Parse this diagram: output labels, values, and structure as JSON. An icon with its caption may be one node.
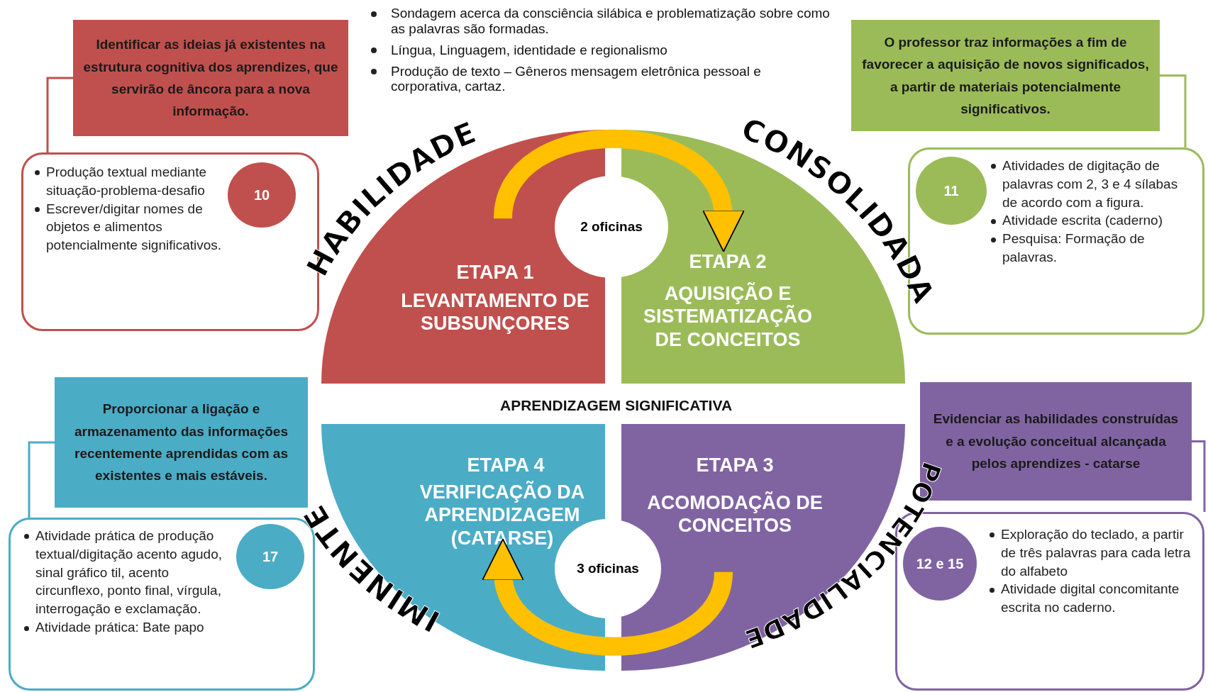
{
  "diagram": {
    "nodes": [
      {
        "text": [
          "Identificar as ideias já existentes na estrutura cognitiva dos aprendizes, que servirão de âncora para a nova informação."
        ]
      },
      {
        "text": [
          "Produção textual mediante situação-problema-desafio",
          "Escrever/digitar nomes de objetos e alimentos potencialmente significativos."
        ]
      },
      {
        "text": [
          "10"
        ],
        "in": 1
      },
      {
        "text": [
          "O professor traz informações a fim de favorecer a aquisição de novos significados, a partir de materiais potencialmente significativos."
        ]
      },
      {
        "text": [
          "Atividades de digitação de palavras com 2, 3 e 4 sílabas de acordo com a figura.",
          "Atividade escrita (caderno)",
          "Pesquisa: Formação de palavras."
        ]
      },
      {
        "text": [
          "11"
        ],
        "in": 4
      },
      {
        "text": [
          "ETAPA 1",
          "LEVANTAMENTO DE SUBSUNÇORES"
        ]
      },
      {
        "text": [
          "ETAPA 2",
          "AQUISIÇÃO E SISTEMATIZAÇÃO DE CONCEITOS"
        ]
      },
      {
        "text": [
          "2 oficinas"
        ]
      },
      {
        "text": [
          "ETAPA 4",
          "VERIFICAÇÃO DA APRENDIZAGEM (CATARSE)"
        ]
      },
      {
        "text": [
          "ETAPA 3",
          "ACOMODAÇÃO DE CONCEITOS"
        ]
      },
      {
        "text": [
          "3 oficinas"
        ]
      },
      {
        "text": [
          "Proporcionar a ligação e armazenamento das informações recentemente aprendidas com as existentes e mais estáveis."
        ]
      },
      {
        "text": [
          "Atividade prática de produção textual/digitação acento agudo, sinal gráfico til, acento circunflexo, ponto final, vírgula, interrogação e exclamação.",
          "Atividade prática: Bate papo"
        ]
      },
      {
        "text": [
          "17"
        ],
        "in": 13
      },
      {
        "text": [
          "Evidenciar as habilidades construídas e a evolução conceitual alcançada pelos aprendizes - catarse"
        ]
      },
      {
        "text": [
          "Exploração do teclado, a partir de três palavras para cada letra do alfabeto",
          "Atividade digital concomitante escrita no caderno."
        ]
      },
      {
        "text": [
          "12 e 15"
        ],
        "in": 16
      }
    ],
    "edges": [
      {
        "from": 0,
        "to": 1,
        "arrow": "none",
        "color": "#c0504d"
      },
      {
        "from": 3,
        "to": 4,
        "arrow": "none",
        "color": "#9bbb59"
      },
      {
        "from": 6,
        "to": 7,
        "arrow": "to",
        "style": "thick",
        "color": "#ffc000"
      },
      {
        "from": 10,
        "to": 9,
        "arrow": "to",
        "style": "thick",
        "color": "#ffc000"
      },
      {
        "from": 12,
        "to": 13,
        "arrow": "none",
        "color": "#4bacc6"
      },
      {
        "from": 15,
        "to": 16,
        "arrow": "none",
        "color": "#8064a2"
      }
    ],
    "labels": [
      "Sondagem acerca da consciência silábica e problematização sobre como as palavras são formadas.",
      "Língua, Linguagem, identidade e regionalismo",
      "Produção de texto – Gêneros mensagem eletrônica pessoal e corporativa, cartaz.",
      "HABILIDADE",
      "CONSOLIDADA",
      "APRENDIZAGEM SIGNIFICATIVA",
      "IMINENTE",
      "POTENCIALIDADE"
    ]
  }
}
